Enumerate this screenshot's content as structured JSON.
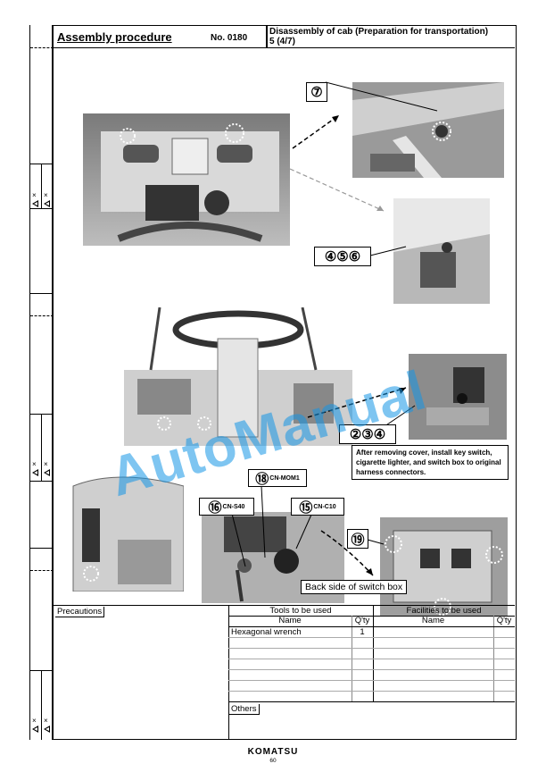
{
  "header": {
    "title": "Assembly procedure",
    "number": "No. 0180",
    "description_line1": "Disassembly of cab (Preparation for transportation)",
    "description_line2": "5 (4/7)"
  },
  "callouts": {
    "c7": "⑦",
    "c456": "④⑤⑥",
    "c234": "②③④",
    "c18": "⑱",
    "c18_conn": "CN-MOM1",
    "c16": "⑯",
    "c16_conn": "CN-S40",
    "c15": "⑮",
    "c15_conn": "CN-C10",
    "c19": "⑲"
  },
  "note": "After removing cover, install key switch, cigarette lighter, and switch box to original harness connectors.",
  "back_side_label": "Back side of switch box",
  "watermark": "AutoManual",
  "bottom": {
    "precautions_label": "Precautions",
    "tools_header": "Tools to be used",
    "facilities_header": "Facilities to be used",
    "name_col": "Name",
    "qty_col": "Q'ty",
    "tools": [
      {
        "name": "Hexagonal wrench",
        "qty": "1"
      }
    ],
    "others_label": "Others"
  },
  "revision_marks": {
    "x": "×"
  },
  "footer": {
    "logo": "KOMATSU",
    "page": "60"
  }
}
